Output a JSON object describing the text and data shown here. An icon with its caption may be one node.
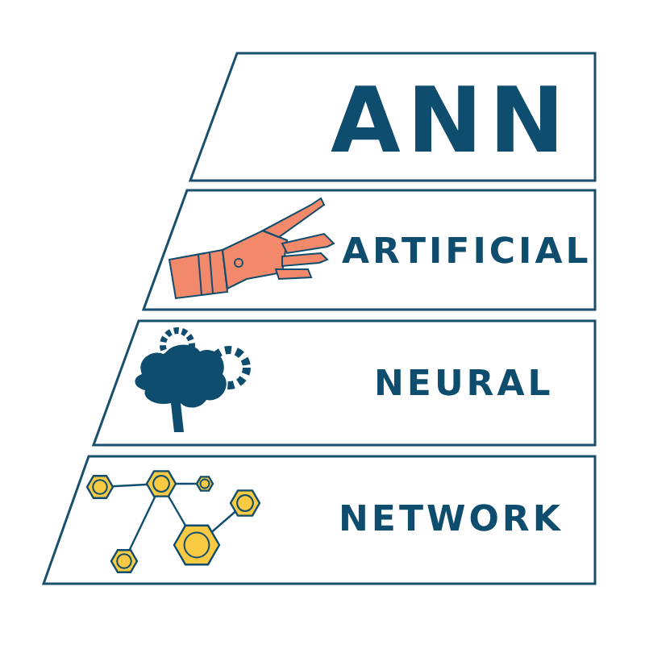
{
  "diagram": {
    "nodes": [
      {
        "text": [
          "ANN"
        ]
      },
      {
        "text": [
          "ARTIFICIAL"
        ]
      },
      {
        "text": [
          "NEURAL"
        ]
      },
      {
        "text": [
          "NETWORK"
        ]
      }
    ]
  }
}
